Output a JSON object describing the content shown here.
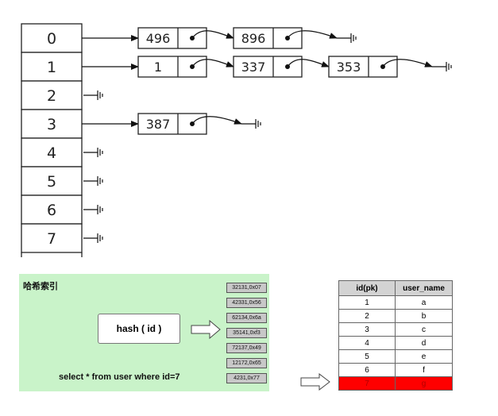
{
  "hash_table": {
    "slots": [
      "0",
      "1",
      "2",
      "3",
      "4",
      "5",
      "6",
      "7"
    ],
    "chains": [
      {
        "slot": 0,
        "nodes": [
          "496",
          "896"
        ]
      },
      {
        "slot": 1,
        "nodes": [
          "1",
          "337",
          "353"
        ]
      },
      {
        "slot": 3,
        "nodes": [
          "387"
        ]
      }
    ]
  },
  "hash_index": {
    "title": "哈希索引",
    "function_label": "hash ( id )",
    "query": "select * from user where id=7",
    "buckets": [
      "32131,0x07",
      "42331,0x56",
      "62134,0x6a",
      "35141,0xf3",
      "72137,0x49",
      "12172,0x65",
      "4231,0x77"
    ]
  },
  "user_table": {
    "headers": [
      "id(pk)",
      "user_name"
    ],
    "rows": [
      {
        "id": "1",
        "name": "a"
      },
      {
        "id": "2",
        "name": "b"
      },
      {
        "id": "3",
        "name": "c"
      },
      {
        "id": "4",
        "name": "d"
      },
      {
        "id": "5",
        "name": "e"
      },
      {
        "id": "6",
        "name": "f"
      },
      {
        "id": "7",
        "name": "g"
      }
    ],
    "highlight_index": 6,
    "highlight_color": "#ff0000"
  }
}
